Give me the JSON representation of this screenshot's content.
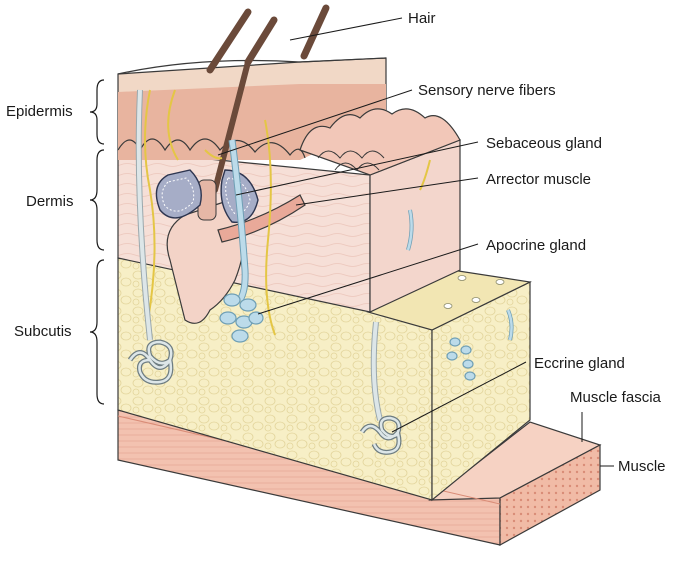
{
  "layers": {
    "epidermis": "Epidermis",
    "dermis": "Dermis",
    "subcutis": "Subcutis"
  },
  "labels": {
    "hair": "Hair",
    "sensory_nerve_fibers": "Sensory nerve fibers",
    "sebaceous_gland": "Sebaceous gland",
    "arrector_muscle": "Arrector muscle",
    "apocrine_gland": "Apocrine gland",
    "eccrine_gland": "Eccrine gland",
    "muscle_fascia": "Muscle fascia",
    "muscle": "Muscle"
  },
  "colors": {
    "epidermis_top": "#f1d8c6",
    "epidermis_red": "#e8b49f",
    "dermis": "#f6dfd7",
    "subcutis": "#f7efc6",
    "fat_cell_line": "#e6d9a3",
    "muscle": "#f3c2b0",
    "muscle_dark": "#e7a592",
    "hair": "#6b4a3a",
    "nerve": "#e4c645",
    "gland": "#bcdbea",
    "gland_stroke": "#6f9fb5",
    "sebaceous": "#a6adc7"
  }
}
